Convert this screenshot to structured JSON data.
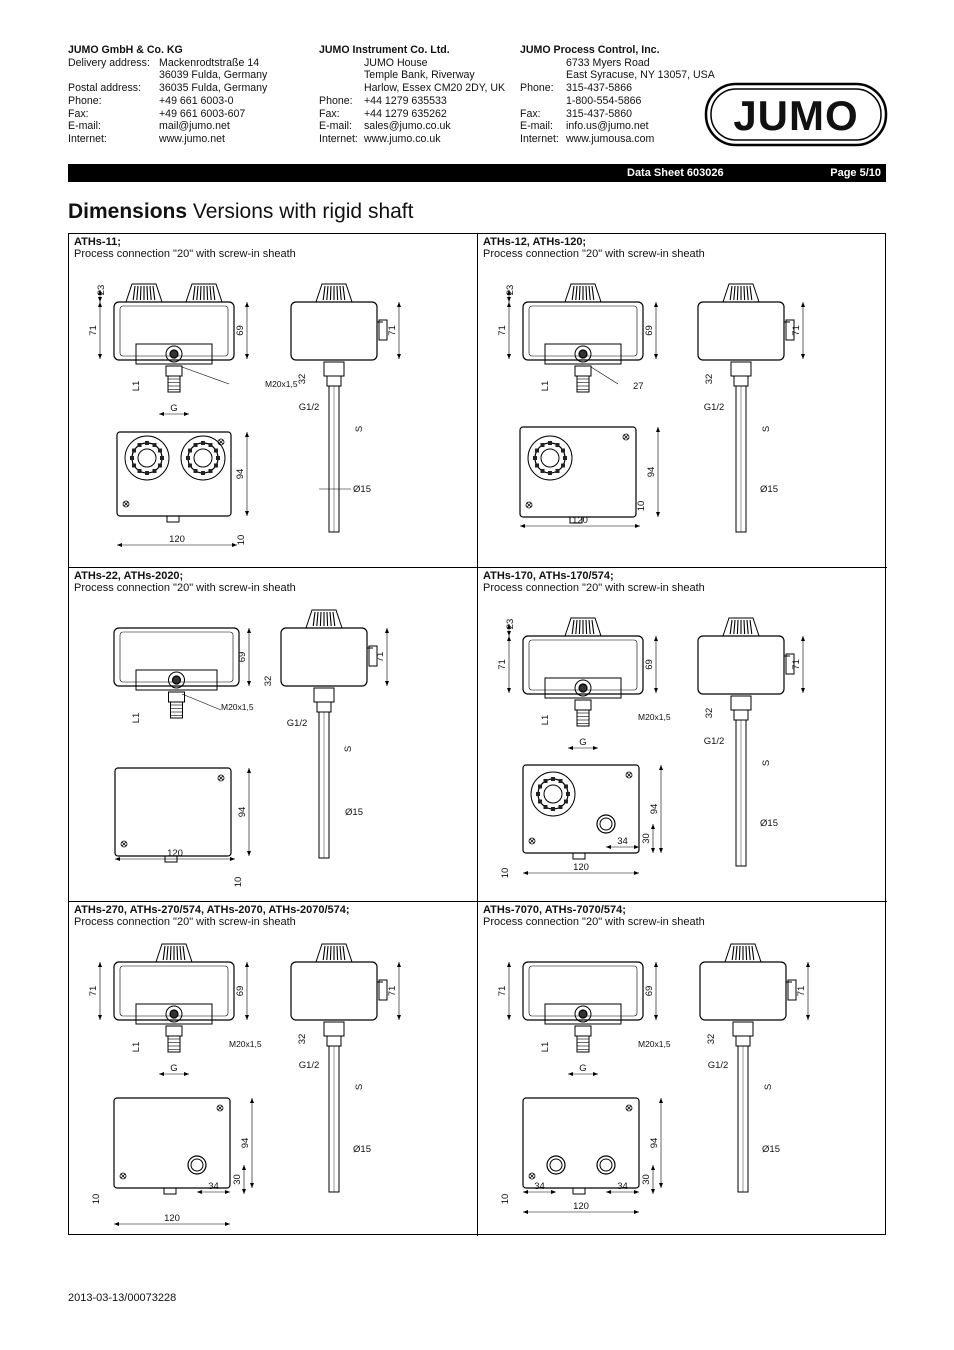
{
  "header": {
    "de": {
      "company": "JUMO GmbH & Co. KG",
      "rows": [
        {
          "k": "Delivery address:",
          "v": "Mackenrodtstraße 14"
        },
        {
          "k": "",
          "v": "36039 Fulda, Germany"
        },
        {
          "k": "Postal address:",
          "v": "36035 Fulda, Germany"
        },
        {
          "k": "Phone:",
          "v": "+49 661 6003-0"
        },
        {
          "k": "Fax:",
          "v": "+49 661 6003-607"
        },
        {
          "k": "E-mail:",
          "v": "mail@jumo.net"
        },
        {
          "k": "Internet:",
          "v": "www.jumo.net"
        }
      ]
    },
    "uk": {
      "company": "JUMO Instrument Co. Ltd.",
      "rows": [
        {
          "k": "",
          "v": "JUMO House"
        },
        {
          "k": "",
          "v": "Temple Bank, Riverway"
        },
        {
          "k": "",
          "v": "Harlow, Essex CM20 2DY, UK"
        },
        {
          "k": "Phone:",
          "v": "+44 1279 635533"
        },
        {
          "k": "Fax:",
          "v": "+44 1279 635262"
        },
        {
          "k": "E-mail:",
          "v": "sales@jumo.co.uk"
        },
        {
          "k": "Internet:",
          "v": "www.jumo.co.uk"
        }
      ]
    },
    "us": {
      "company": "JUMO Process Control, Inc.",
      "rows": [
        {
          "k": "",
          "v": "6733 Myers Road"
        },
        {
          "k": "",
          "v": "East Syracuse, NY 13057, USA"
        },
        {
          "k": "Phone:",
          "v": "315-437-5866"
        },
        {
          "k": "",
          "v": "1-800-554-5866"
        },
        {
          "k": "Fax:",
          "v": "315-437-5860"
        },
        {
          "k": "E-mail:",
          "v": "info.us@jumo.net"
        },
        {
          "k": "Internet:",
          "v": "www.jumousa.com"
        }
      ]
    },
    "logo_text": "JUMO"
  },
  "bar": {
    "data_sheet": "Data Sheet 603026",
    "page": "Page 5/10"
  },
  "title": {
    "bold": "Dimensions",
    "rest": " Versions with rigid shaft"
  },
  "cells": [
    {
      "title": "ATHs-11;",
      "subtitle": "Process connection \"20\" with screw-in sheath"
    },
    {
      "title": "ATHs-12, ATHs-120;",
      "subtitle": "Process connection \"20\" with screw-in sheath"
    },
    {
      "title": "ATHs-22, ATHs-2020;",
      "subtitle": "Process connection \"20\" with screw-in sheath"
    },
    {
      "title": "ATHs-170, ATHs-170/574;",
      "subtitle": "Process connection \"20\" with screw-in sheath"
    },
    {
      "title": "ATHs-270, ATHs-270/574, ATHs-2070, ATHs-2070/574;",
      "subtitle": "Process connection \"20\" with screw-in sheath"
    },
    {
      "title": "ATHs-7070, ATHs-7070/574;",
      "subtitle": "Process connection \"20\" with screw-in sheath"
    }
  ],
  "dim": {
    "d23": "23",
    "d71": "71",
    "d69": "69",
    "d32": "32",
    "d94": "94",
    "d10": "10",
    "d120": "120",
    "d30": "30",
    "d34": "34",
    "L1": "L1",
    "G": "G",
    "G12": "G1/2",
    "S": "S",
    "D15": "Ø15",
    "M20": "M20x1,5",
    "w27": "27"
  },
  "footer": "2013-03-13/00073228"
}
